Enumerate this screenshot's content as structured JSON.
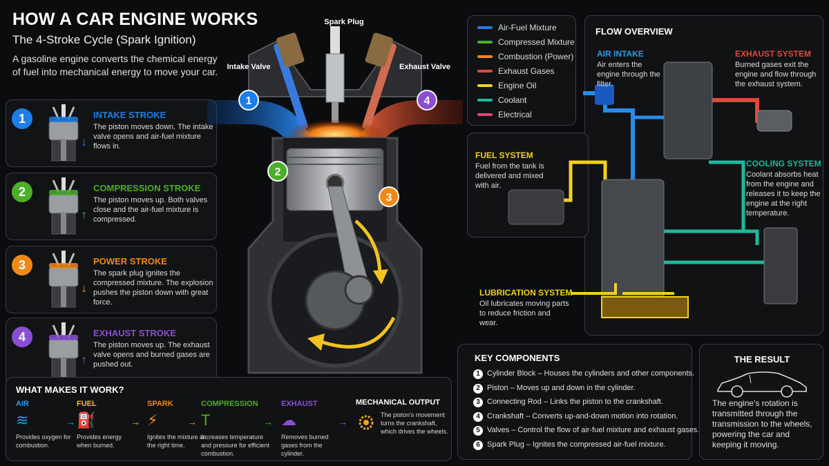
{
  "header": {
    "title": "HOW A CAR ENGINE WORKS",
    "subtitle": "The 4-Stroke Cycle (Spark Ignition)",
    "intro": "A gasoline engine converts the chemical energy of fuel into mechanical energy to move your car."
  },
  "strokes": [
    {
      "num": "1",
      "title": "INTAKE STROKE",
      "desc": "The piston moves down. The intake valve opens and air-fuel mixture flows in.",
      "color": "#1e7ee8",
      "direction": "down"
    },
    {
      "num": "2",
      "title": "COMPRESSION STROKE",
      "desc": "The piston moves up. Both valves close and the air-fuel mixture is compressed.",
      "color": "#4caf2a",
      "direction": "up"
    },
    {
      "num": "3",
      "title": "POWER STROKE",
      "desc": "The spark plug ignites the compressed mixture. The explosion pushes the piston down with great force.",
      "color": "#f08a16",
      "direction": "down"
    },
    {
      "num": "4",
      "title": "EXHAUST STROKE",
      "desc": "The piston moves up. The exhaust valve opens and burned gases are pushed out.",
      "color": "#8a4fd0",
      "direction": "up"
    }
  ],
  "engine": {
    "spark_plug_label": "Spark Plug",
    "intake_valve_label": "Intake Valve",
    "exhaust_valve_label": "Exhaust Valve",
    "markers": [
      "1",
      "2",
      "3",
      "4"
    ]
  },
  "legend": [
    {
      "label": "Air-Fuel Mixture",
      "color": "#1e7ee8"
    },
    {
      "label": "Compressed Mixture",
      "color": "#4caf2a"
    },
    {
      "label": "Combustion (Power)",
      "color": "#f08a16"
    },
    {
      "label": "Exhaust Gases",
      "color": "#e0483a"
    },
    {
      "label": "Engine Oil",
      "color": "#f2d21e"
    },
    {
      "label": "Coolant",
      "color": "#1eb89a"
    },
    {
      "label": "Electrical",
      "color": "#e8447a"
    }
  ],
  "flow": {
    "title": "FLOW OVERVIEW",
    "air_intake": {
      "title": "AIR INTAKE",
      "desc": "Air enters the engine through the filter.",
      "color": "#2a9be8"
    },
    "exhaust_system": {
      "title": "EXHAUST SYSTEM",
      "desc": "Burned gases exit the engine and flow through the exhaust system.",
      "color": "#e0483a"
    },
    "fuel_system": {
      "title": "FUEL SYSTEM",
      "desc": "Fuel from the tank is delivered and mixed with air.",
      "color": "#f2d21e"
    },
    "cooling_system": {
      "title": "COOLING SYSTEM",
      "desc": "Coolant absorbs heat from the engine and releases it to keep the engine at the right temperature.",
      "color": "#1eb89a"
    },
    "lubrication_system": {
      "title": "LUBRICATION SYSTEM",
      "desc": "Oil lubricates moving parts to reduce friction and wear.",
      "color": "#f2d21e"
    }
  },
  "key_components": {
    "title": "KEY COMPONENTS",
    "items": [
      {
        "num": "1",
        "text": "Cylinder Block – Houses the cylinders and other components."
      },
      {
        "num": "2",
        "text": "Piston – Moves up and down in the cylinder."
      },
      {
        "num": "3",
        "text": "Connecting Rod – Links the piston to the crankshaft."
      },
      {
        "num": "4",
        "text": "Crankshaft – Converts up-and-down motion into rotation."
      },
      {
        "num": "5",
        "text": "Valves – Control the flow of air-fuel mixture and exhaust gases."
      },
      {
        "num": "6",
        "text": "Spark Plug – Ignites the compressed air-fuel mixture."
      }
    ]
  },
  "result": {
    "title": "THE RESULT",
    "desc": "The engine's rotation is transmitted through the transmission to the wheels, powering the car and keeping it moving."
  },
  "what_makes_it_work": {
    "title": "WHAT MAKES IT WORK?",
    "items": [
      {
        "title": "AIR",
        "desc": "Provides oxygen for combustion.",
        "color": "#2a9be8",
        "icon": "wind-icon"
      },
      {
        "title": "FUEL",
        "desc": "Provides energy when burned.",
        "color": "#f2c21e",
        "icon": "fuel-pump-icon"
      },
      {
        "title": "SPARK",
        "desc": "Ignites the mixture at the right time.",
        "color": "#f08a16",
        "icon": "spark-plug-icon"
      },
      {
        "title": "COMPRESSION",
        "desc": "Increases temperature and pressure for efficient combustion.",
        "color": "#4caf2a",
        "icon": "compression-icon"
      },
      {
        "title": "EXHAUST",
        "desc": "Removes burned gases from the cylinder.",
        "color": "#8a4fd0",
        "icon": "exhaust-pipe-icon"
      }
    ],
    "output": {
      "title": "MECHANICAL OUTPUT",
      "desc": "The piston's movement turns the crankshaft, which drives the wheels.",
      "icon": "gears-icon"
    }
  }
}
